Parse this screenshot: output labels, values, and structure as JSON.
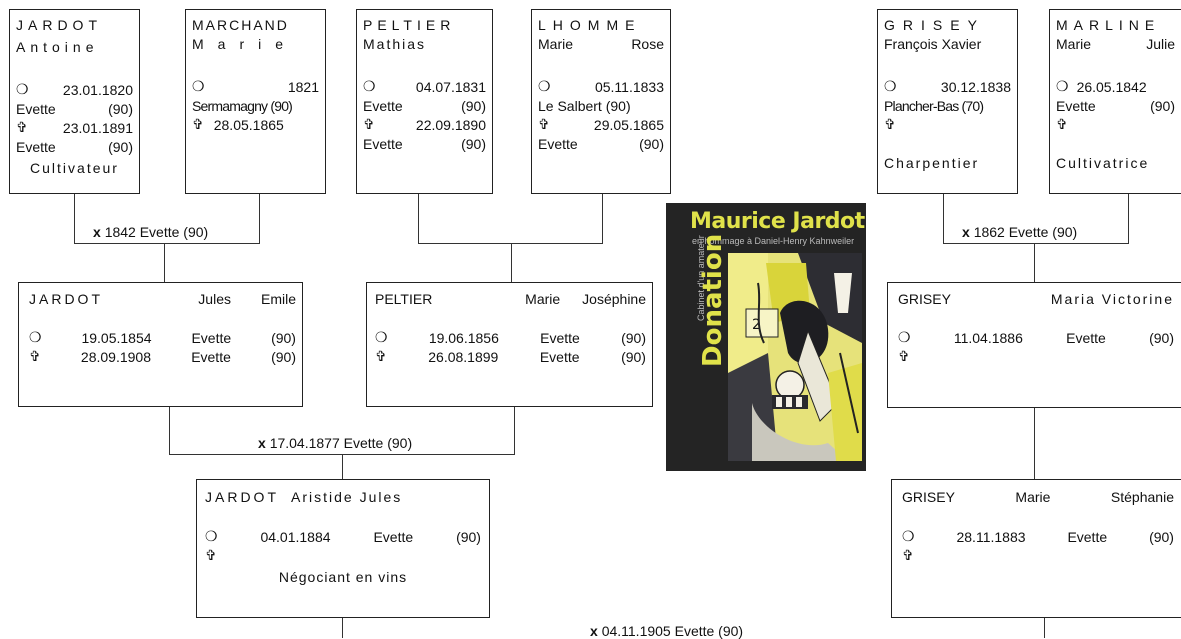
{
  "glyphs": {
    "birth": "❍",
    "death": "✞"
  },
  "gen1": [
    {
      "surname": "JARDOT",
      "given": "Antoine",
      "birth_date": "23.01.1820",
      "birth_place": "Evette",
      "birth_dept": "(90)",
      "death_date": "23.01.1891",
      "death_place": "Evette",
      "death_dept": "(90)",
      "occupation": "Cultivateur"
    },
    {
      "surname": "MARCHAND",
      "given": "Marie",
      "birth_date": "1821",
      "birth_place": "Sermamagny (90)",
      "death_date": "28.05.1865"
    },
    {
      "surname": "PELTIER",
      "given": "Mathias",
      "birth_date": "04.07.1831",
      "birth_place": "Evette",
      "birth_dept": "(90)",
      "death_date": "22.09.1890",
      "death_place": "Evette",
      "death_dept": "(90)"
    },
    {
      "surname": "LHOMME",
      "given1": "Marie",
      "given2": "Rose",
      "birth_date": "05.11.1833",
      "birth_place": "Le Salbert (90)",
      "death_date": "29.05.1865",
      "death_place": "Evette",
      "death_dept": "(90)"
    },
    {
      "surname": "GRISEY",
      "given": "François Xavier",
      "birth_date": "30.12.1838",
      "birth_place": "Plancher-Bas (70)",
      "occupation": "Charpentier"
    },
    {
      "surname": "MARLINE",
      "given1": "Marie",
      "given2": "Julie",
      "birth_date": "26.05.1842",
      "birth_place": "Evette",
      "birth_dept": "(90)",
      "occupation": "Cultivatrice"
    }
  ],
  "marriages": {
    "m1": "1842 Evette (90)",
    "m2": "1862 Evette (90)",
    "m3": "17.04.1877 Evette (90)",
    "m4": "04.11.1905 Evette (90)",
    "prefix": "x"
  },
  "gen2": [
    {
      "surname": "JARDOT",
      "given1": "Jules",
      "given2": "Emile",
      "birth_date": "19.05.1854",
      "birth_place": "Evette",
      "birth_dept": "(90)",
      "death_date": "28.09.1908",
      "death_place": "Evette",
      "death_dept": "(90)"
    },
    {
      "surname": "PELTIER",
      "given1": "Marie",
      "given2": "Joséphine",
      "birth_date": "19.06.1856",
      "birth_place": "Evette",
      "birth_dept": "(90)",
      "death_date": "26.08.1899",
      "death_place": "Evette",
      "death_dept": "(90)"
    },
    {
      "surname": "GRISEY",
      "given": "Maria Victorine",
      "birth_date": "11.04.1886",
      "birth_place": "Evette",
      "birth_dept": "(90)"
    }
  ],
  "gen3": [
    {
      "surname": "JARDOT",
      "given": "Aristide Jules",
      "birth_date": "04.01.1884",
      "birth_place": "Evette",
      "birth_dept": "(90)",
      "occupation": "Négociant en vins"
    },
    {
      "surname": "GRISEY",
      "given1": "Marie",
      "given2": "Stéphanie",
      "birth_date": "28.11.1883",
      "birth_place": "Evette",
      "birth_dept": "(90)"
    }
  ],
  "cover": {
    "title": "Maurice Jardot",
    "subtitle": "en hommage à Daniel-Henry Kahnweiler",
    "vertical_big": "Donation",
    "vertical_small": "Cabinet d'un amateur",
    "bg_color": "#242424",
    "accent_color": "#e0e24a"
  }
}
